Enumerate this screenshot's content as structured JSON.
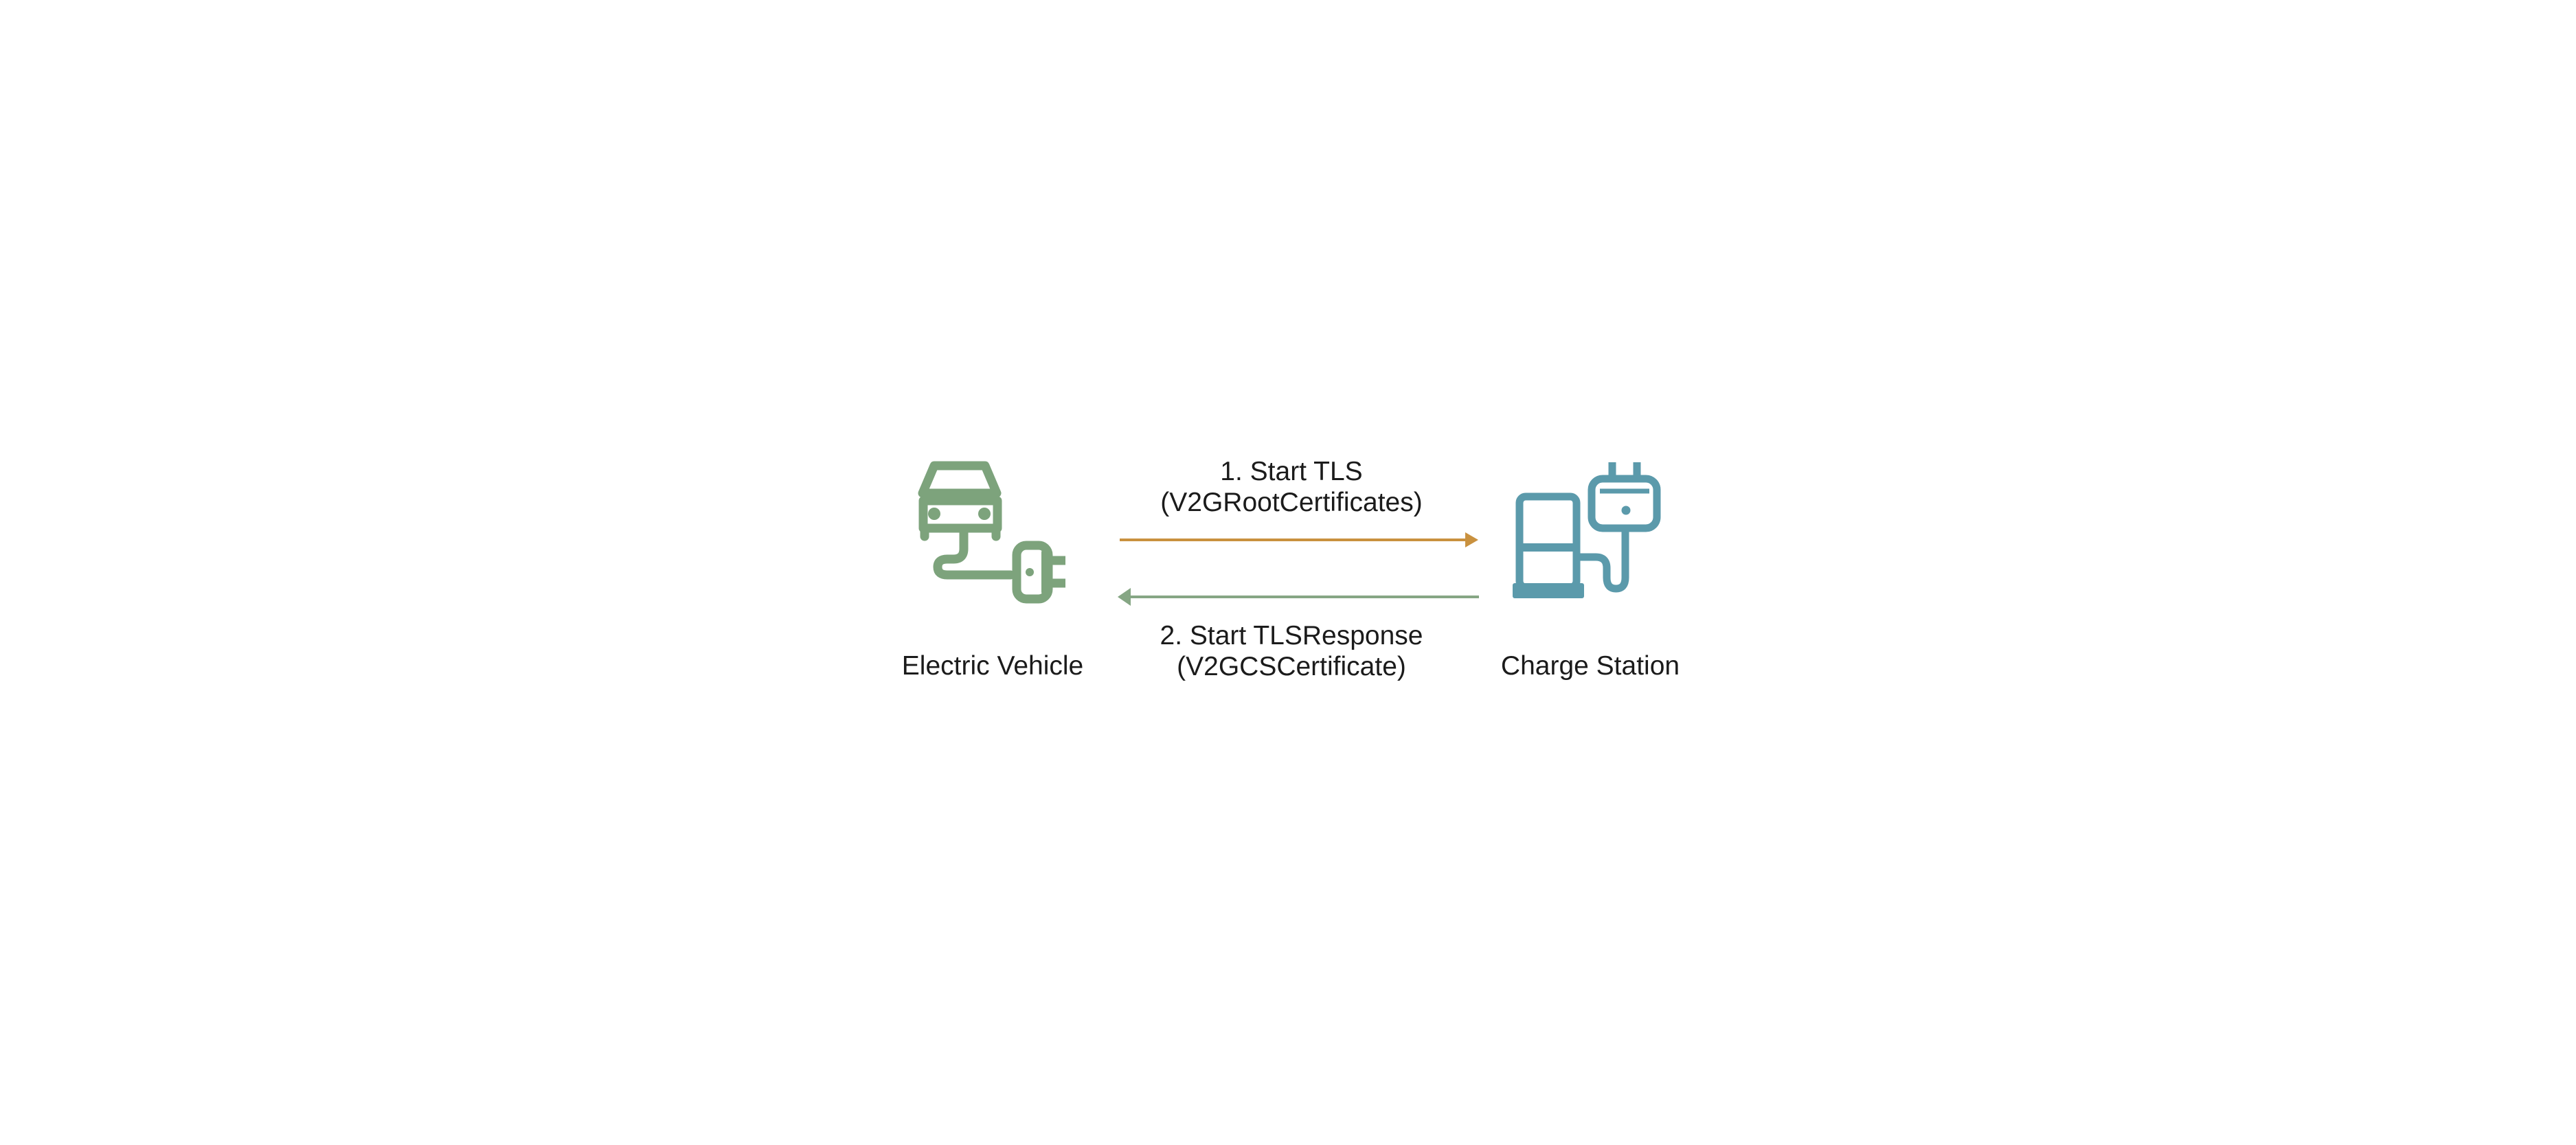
{
  "diagram": {
    "background": "#ffffff",
    "text_color": "#1b1b1b",
    "entities": [
      {
        "label": "Electric Vehicle",
        "icon": "electric-vehicle-icon",
        "icon_color": "#7DA37C"
      },
      {
        "label": "Charge Station",
        "icon": "charge-station-icon",
        "icon_color": "#5B9AAB"
      }
    ],
    "messages": [
      {
        "line1": "1. Start TLS",
        "line2": "(V2GRootCertificates)",
        "direction": "ev-to-cs",
        "arrow_color": "#C9913F"
      },
      {
        "line1": "2. Start TLSResponse",
        "line2": "(V2GCSCertificate)",
        "direction": "cs-to-ev",
        "arrow_color": "#86A684"
      }
    ]
  }
}
